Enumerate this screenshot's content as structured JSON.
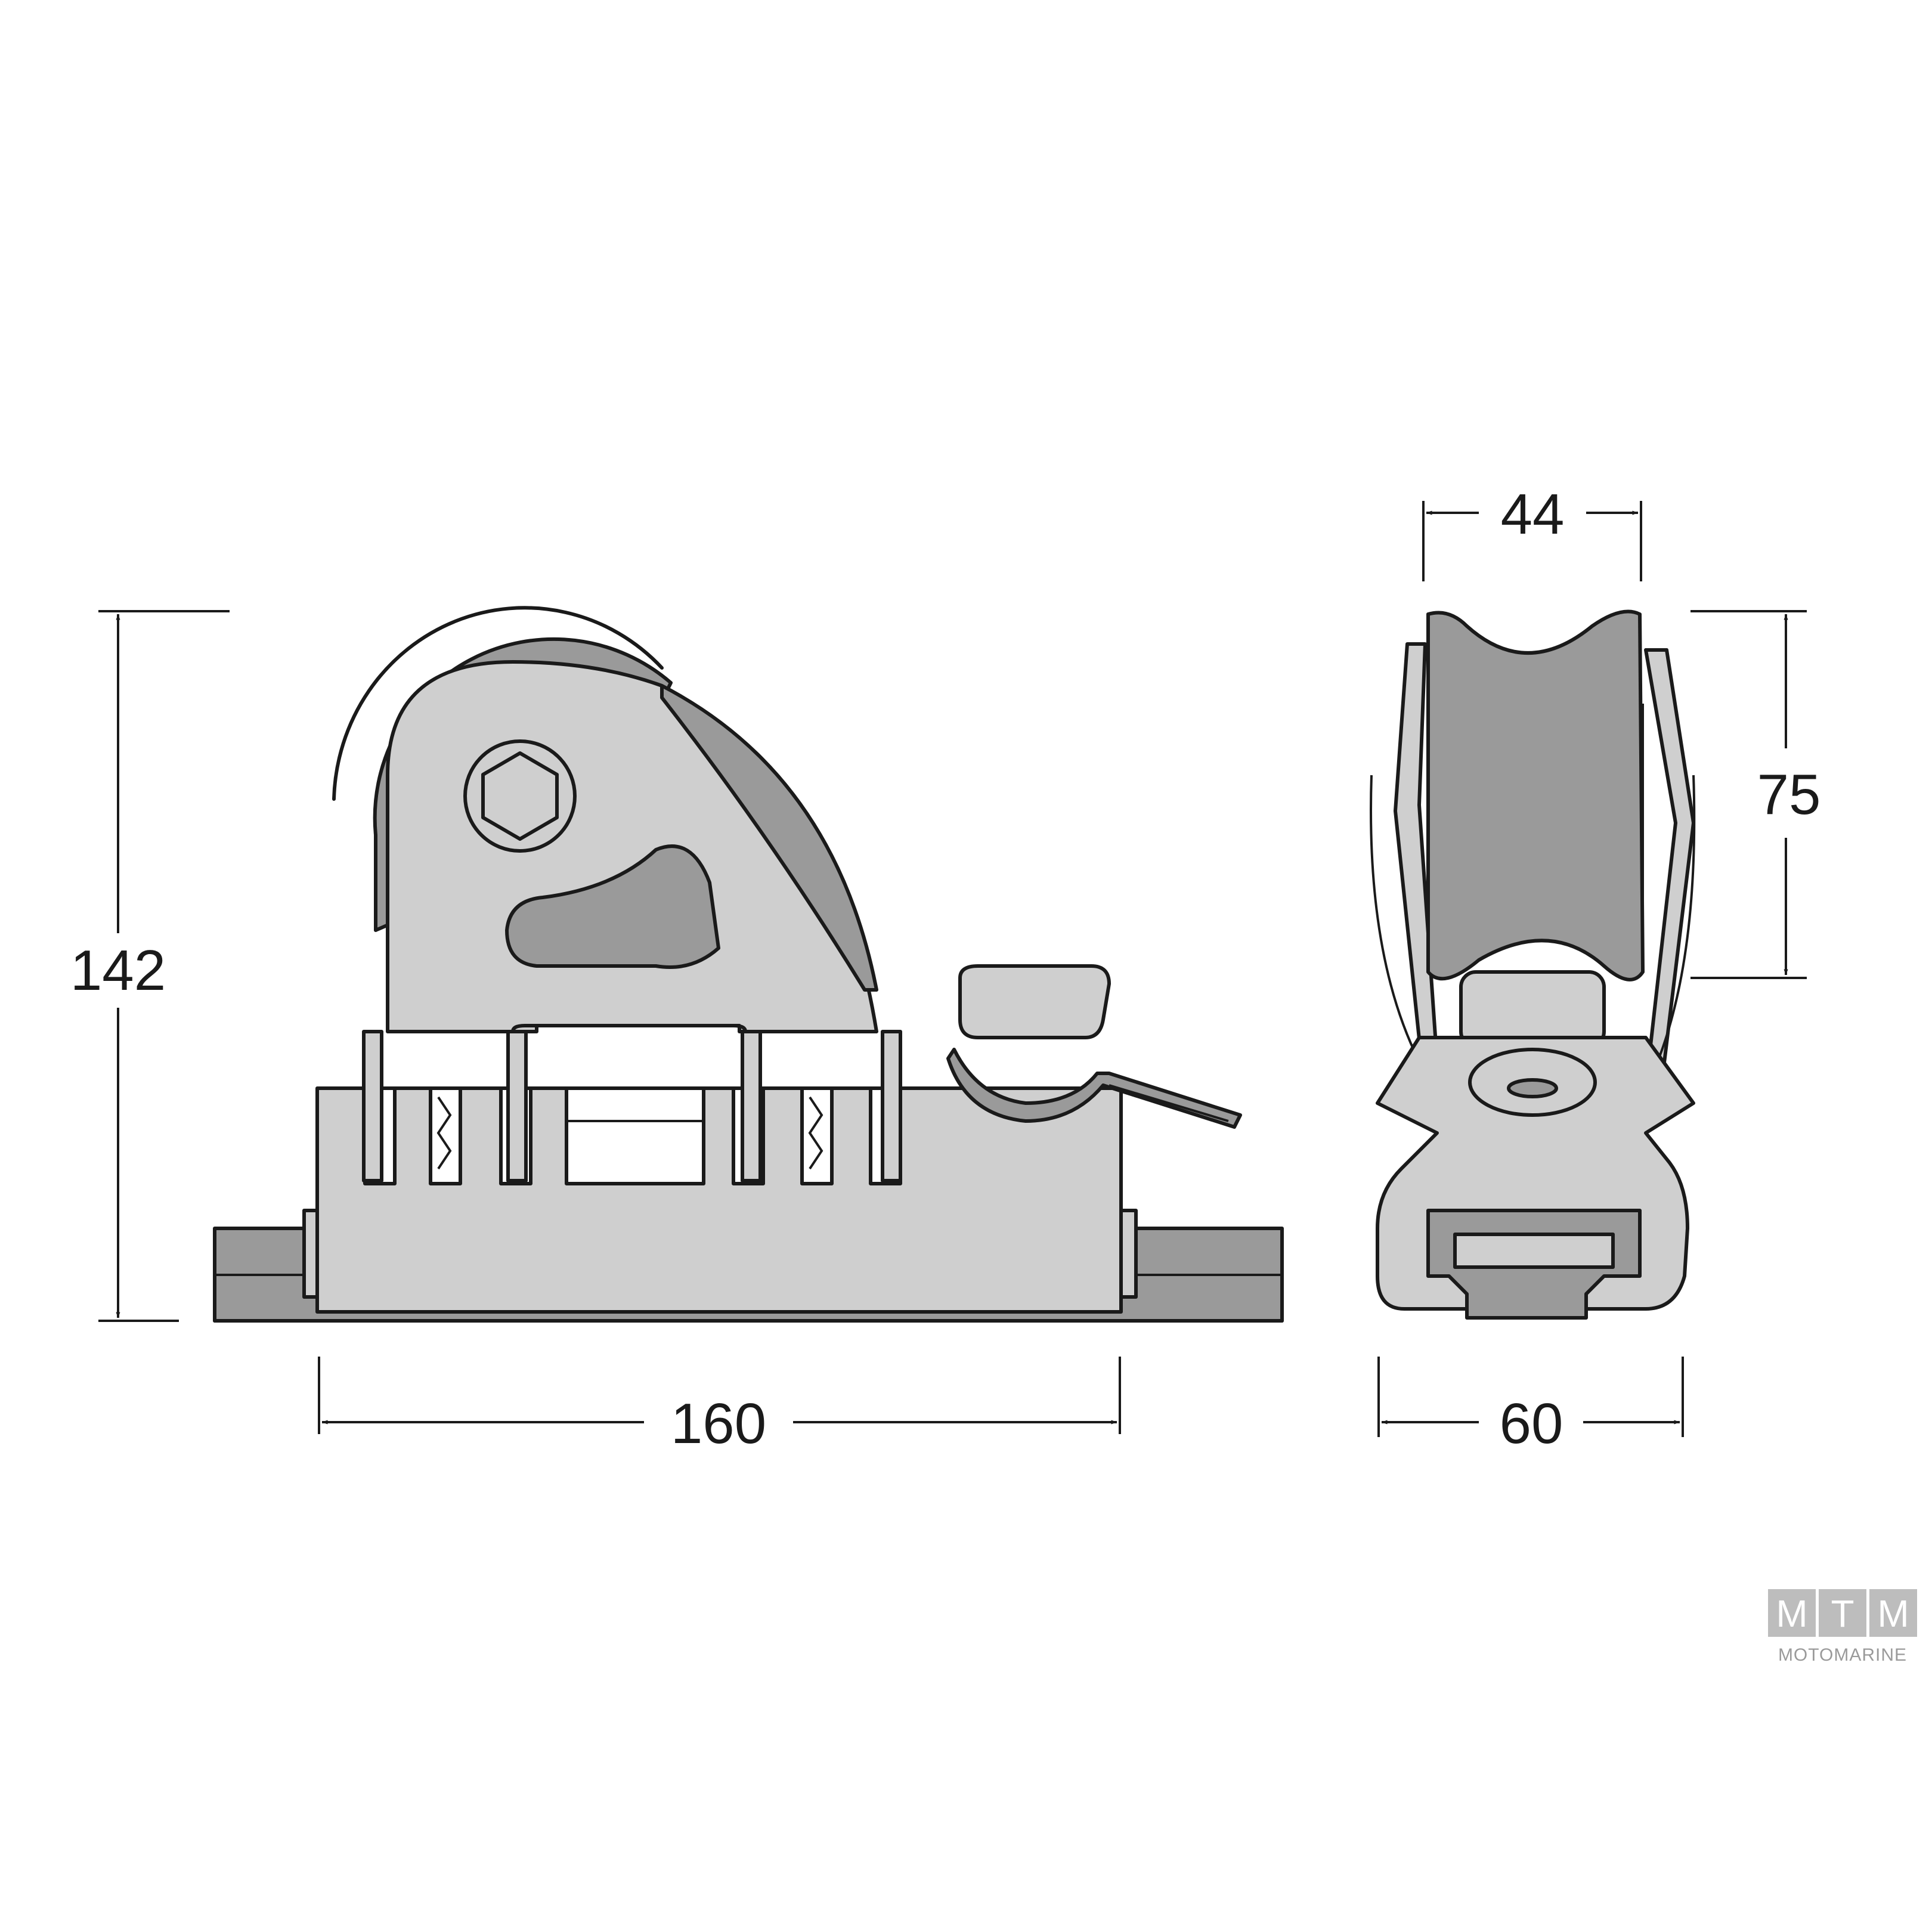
{
  "dimensions": {
    "height_total": "142",
    "length": "160",
    "sheave_width": "44",
    "sheave_height": "75",
    "base_width": "60"
  },
  "logo": {
    "letters": [
      "M",
      "T",
      "M"
    ],
    "tagline": "MOTOMARINE"
  },
  "colors": {
    "outline": "#1a1a1a",
    "light_fill": "#cfcfcf",
    "dark_fill": "#9a9a9a",
    "logo_box": "#bdbdbd"
  }
}
